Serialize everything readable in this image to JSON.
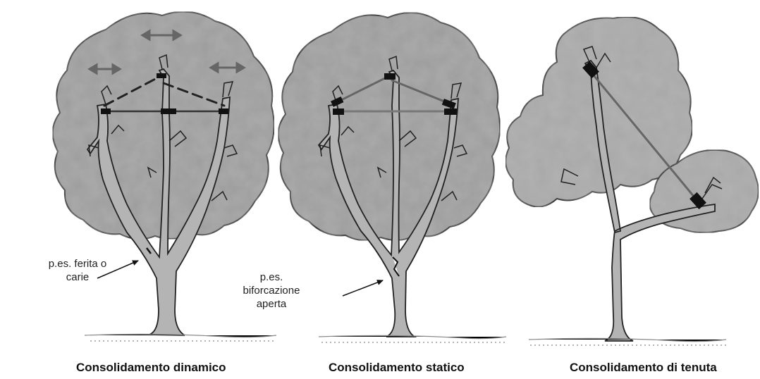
{
  "panels": [
    {
      "caption": "Consolidamento dinamico",
      "note_lines": [
        "p.es. ferita o",
        "carie"
      ]
    },
    {
      "caption": "Consolidamento statico",
      "note_lines": [
        "p.es.",
        "biforcazione",
        "aperta"
      ]
    },
    {
      "caption": "Consolidamento di tenuta"
    }
  ],
  "colors": {
    "crown": "#9d9d9d",
    "crown_dark": "#7a7a7a",
    "trunk": "#b4b4b4",
    "outline": "#222222",
    "cable": "#666666"
  }
}
